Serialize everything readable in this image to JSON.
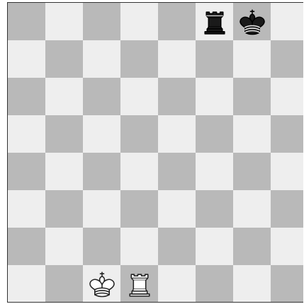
{
  "board": {
    "light_color": "#eeeeee",
    "dark_color": "#b9b9b9",
    "border_color": "#333333",
    "ranks": 8,
    "files": 8,
    "pieces": [
      {
        "square": "f8",
        "color": "black",
        "type": "rook",
        "icon": "black-rook-icon"
      },
      {
        "square": "g8",
        "color": "black",
        "type": "king",
        "icon": "black-king-icon"
      },
      {
        "square": "c1",
        "color": "white",
        "type": "king",
        "icon": "white-king-icon"
      },
      {
        "square": "d1",
        "color": "white",
        "type": "rook",
        "icon": "white-rook-icon"
      }
    ]
  }
}
